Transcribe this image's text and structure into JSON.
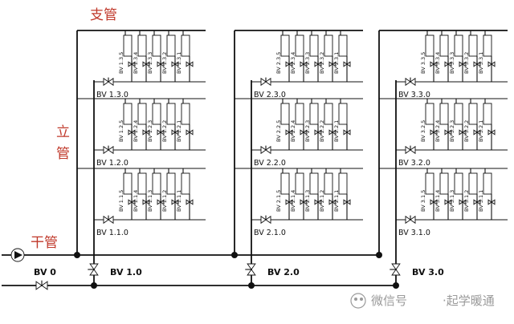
{
  "labels": {
    "branch_pipe": "支管",
    "riser_pipe_1": "立",
    "riser_pipe_2": "管",
    "main_pipe": "干管"
  },
  "colors": {
    "label_red": "#c0392b",
    "line": "#111111",
    "watermark": "#9a9a9a"
  },
  "main_valve": "BV 0",
  "risers": [
    {
      "valve": "BV 1.0",
      "branches": [
        {
          "valve": "BV 1.3.0",
          "radiators": [
            "BV 1.3.5",
            "BV 1.3.4",
            "BV 1.3.3",
            "BV 1.3.2",
            "BV 1.3.1"
          ]
        },
        {
          "valve": "BV 1.2.0",
          "radiators": [
            "BV 1.2.5",
            "BV 1.2.4",
            "BV 1.2.3",
            "BV 1.2.2",
            "BV 1.2.1"
          ]
        },
        {
          "valve": "BV 1.1.0",
          "radiators": [
            "BV 1.1.5",
            "BV 1.1.4",
            "BV 1.1.3",
            "BV 1.1.2",
            "BV 1.1.1"
          ]
        }
      ]
    },
    {
      "valve": "BV 2.0",
      "branches": [
        {
          "valve": "BV 2.3.0",
          "radiators": [
            "BV 2.3.5",
            "BV 2.3.4",
            "BV 2.3.3",
            "BV 2.3.2",
            "BV 2.3.1"
          ]
        },
        {
          "valve": "BV 2.2.0",
          "radiators": [
            "BV 2.2.5",
            "BV 2.2.4",
            "BV 2.2.3",
            "BV 2.2.2",
            "BV 2.2.1"
          ]
        },
        {
          "valve": "BV 2.1.0",
          "radiators": [
            "BV 2.1.5",
            "BV 2.1.4",
            "BV 2.1.3",
            "BV 2.1.2",
            "BV 2.1.1"
          ]
        }
      ]
    },
    {
      "valve": "BV 3.0",
      "branches": [
        {
          "valve": "BV 3.3.0",
          "radiators": [
            "BV 3.3.5",
            "BV 3.3.4",
            "BV 3.3.3",
            "BV 3.3.2",
            "BV 3.3.1"
          ]
        },
        {
          "valve": "BV 3.2.0",
          "radiators": [
            "BV 3.2.5",
            "BV 3.2.4",
            "BV 3.2.3",
            "BV 3.2.2",
            "BV 3.2.1"
          ]
        },
        {
          "valve": "BV 3.1.0",
          "radiators": [
            "BV 3.1.5",
            "BV 3.1.4",
            "BV 3.1.3",
            "BV 3.1.2",
            "BV 3.1.1"
          ]
        }
      ]
    }
  ],
  "watermark": {
    "text_1": "微信号",
    "text_2": "·起学暖通"
  }
}
